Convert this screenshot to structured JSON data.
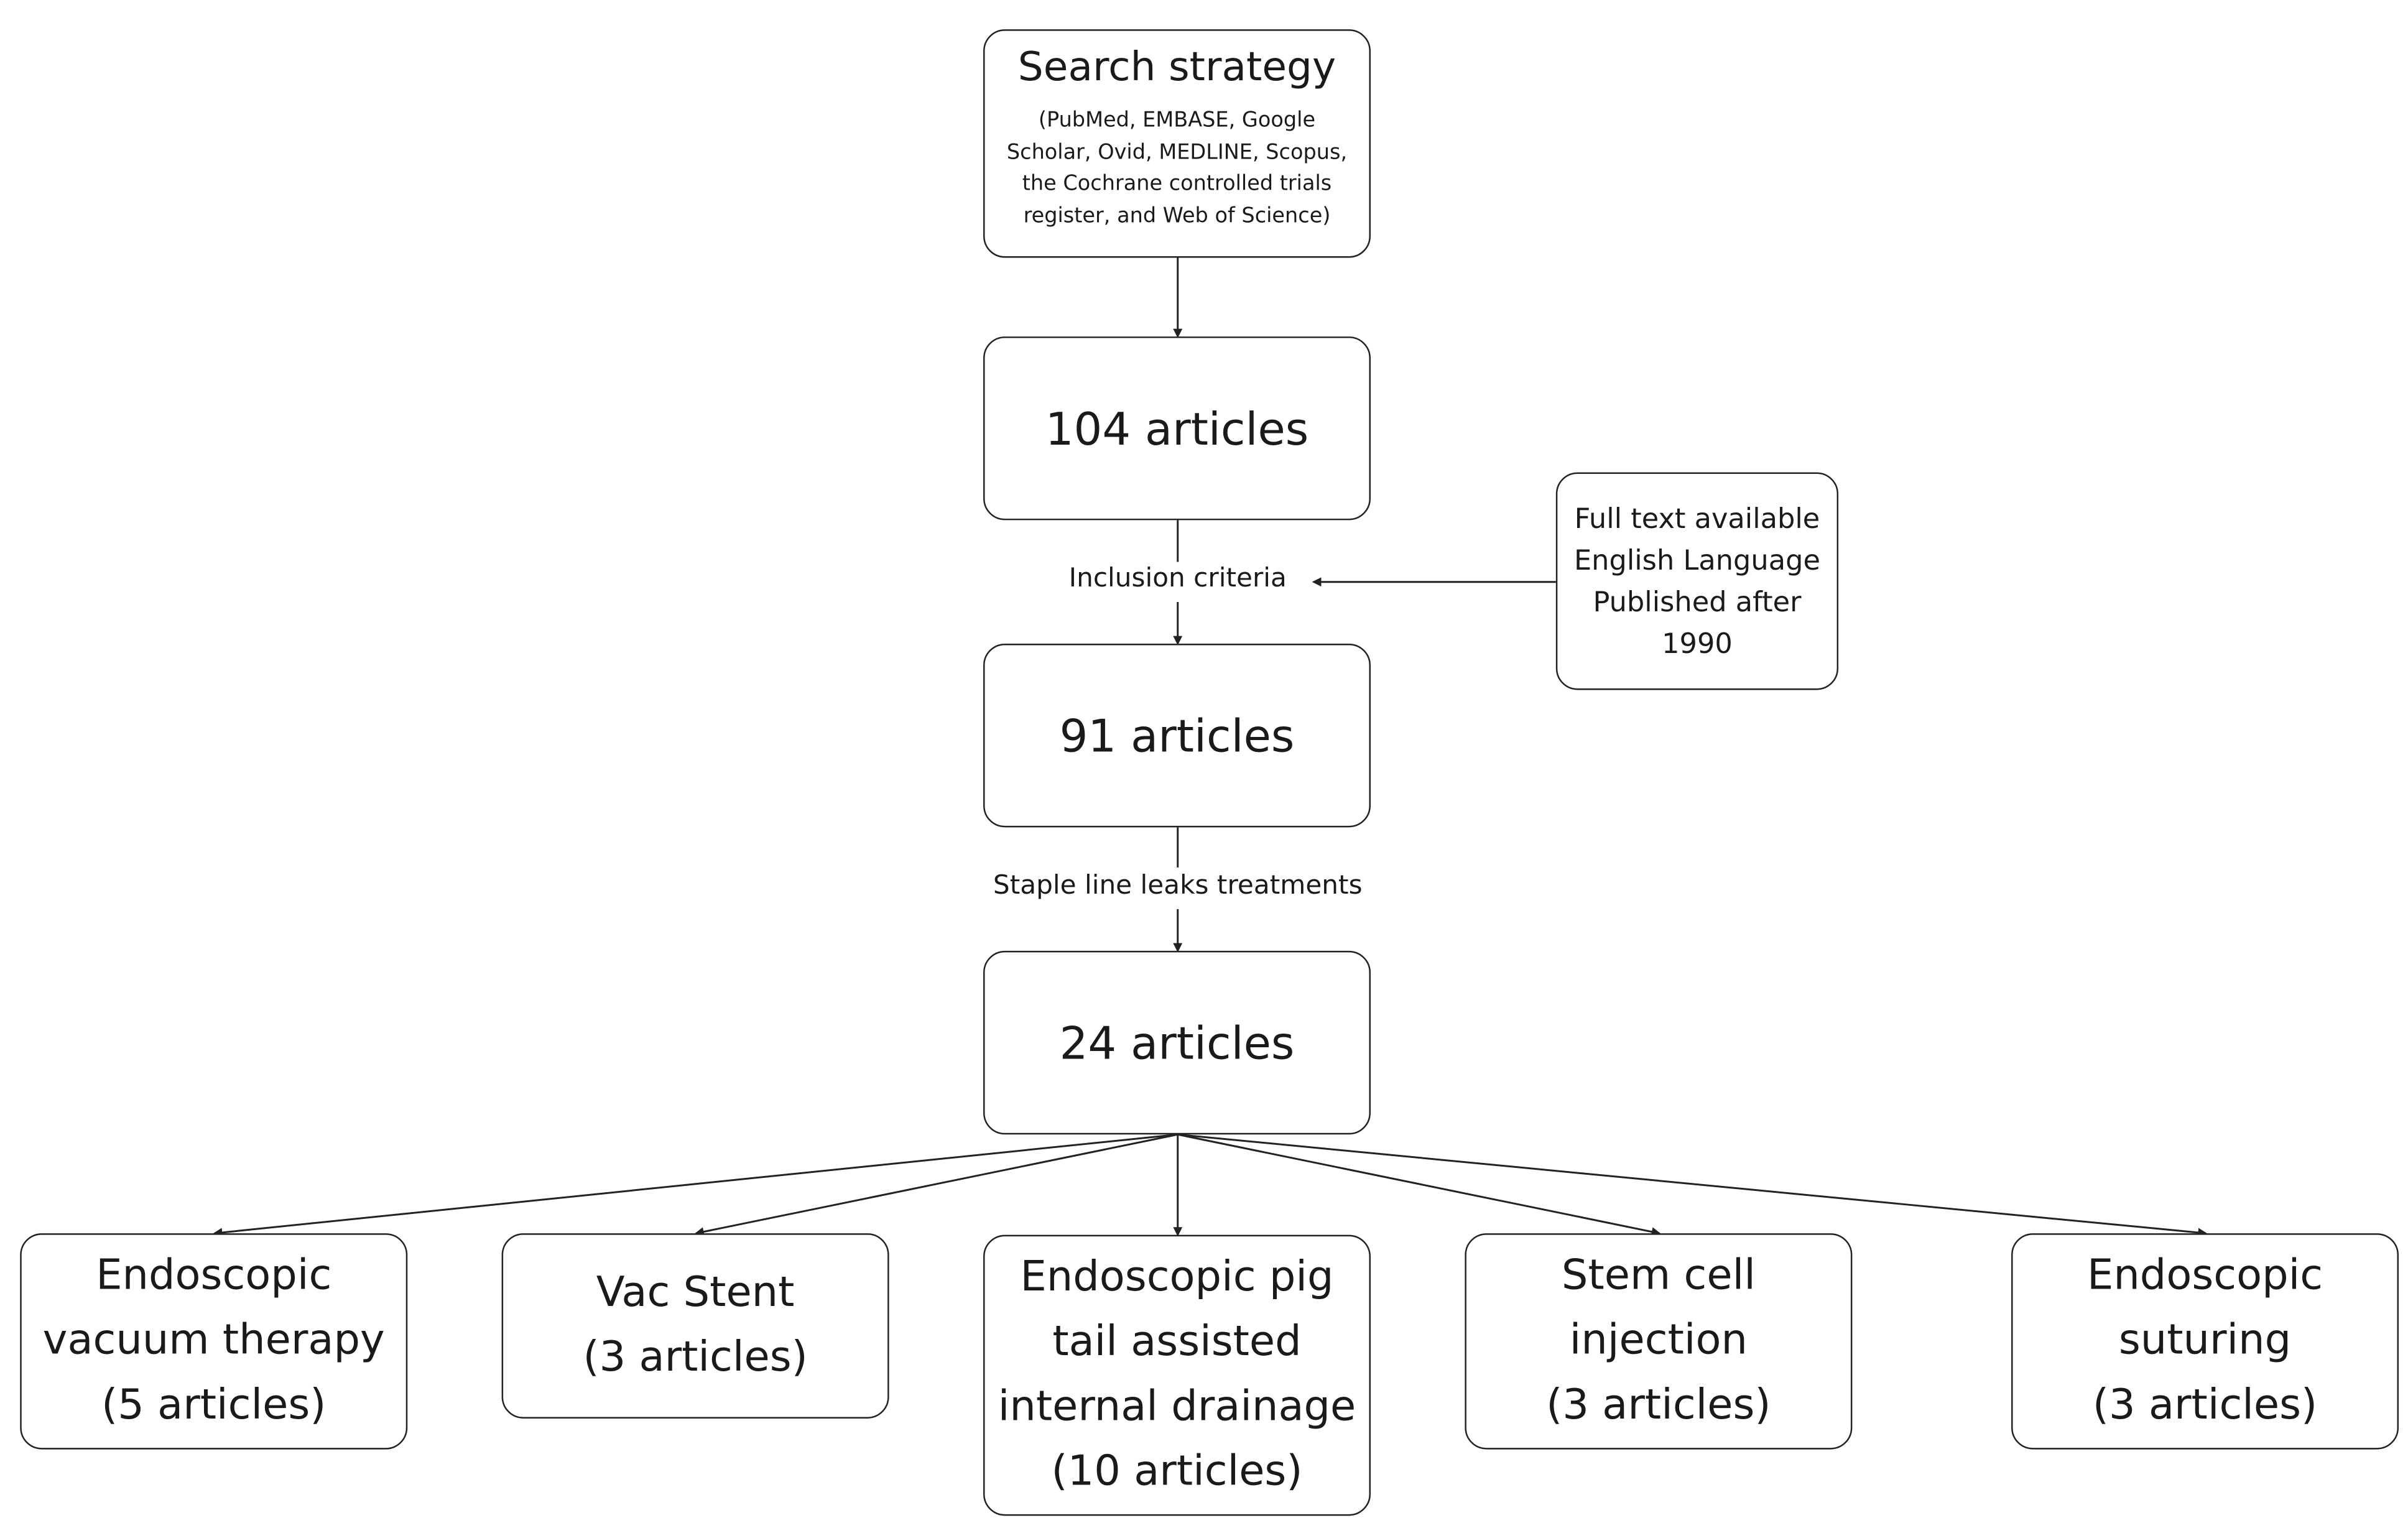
{
  "search": {
    "title": "Search strategy",
    "sources_lines": [
      "(PubMed, EMBASE, Google",
      "Scholar, Ovid, MEDLINE, Scopus,",
      "the Cochrane controlled trials",
      "register, and Web of Science)"
    ]
  },
  "stage1": {
    "label": "104 articles"
  },
  "inclusion": {
    "label": "Inclusion criteria",
    "criteria_lines": [
      "Full text available",
      "English Language",
      "Published after",
      "1990"
    ]
  },
  "stage2": {
    "label": "91 articles"
  },
  "filter2": {
    "label": "Staple line leaks treatments"
  },
  "stage3": {
    "label": "24 articles"
  },
  "categories": [
    {
      "lines": [
        "Endoscopic",
        "vacuum therapy",
        "(5 articles)"
      ]
    },
    {
      "lines": [
        "Vac Stent",
        "(3 articles)"
      ]
    },
    {
      "lines": [
        "Endoscopic pig",
        "tail assisted",
        "internal drainage",
        "(10 articles)"
      ]
    },
    {
      "lines": [
        "Stem cell",
        "injection",
        "(3 articles)"
      ]
    },
    {
      "lines": [
        "Endoscopic",
        "suturing",
        "(3 articles)"
      ]
    }
  ]
}
